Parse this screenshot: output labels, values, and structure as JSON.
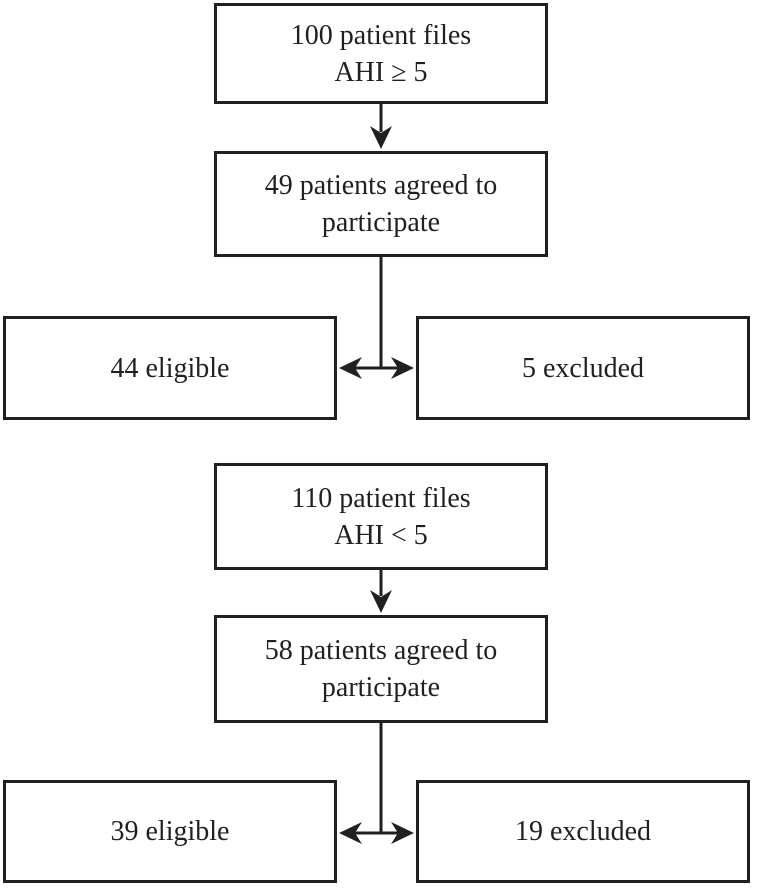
{
  "diagram": {
    "type": "flowchart",
    "colors": {
      "line": "#231f20",
      "text": "#231f20",
      "background": "#ffffff"
    },
    "sections": [
      {
        "name": "ahi-greater-equal-5",
        "source": "100 patient files\nAHI ≥ 5",
        "agreed": "49 patients agreed to\nparticipate",
        "eligible": "44 eligible",
        "excluded": "5 excluded"
      },
      {
        "name": "ahi-less-than-5",
        "source": "110 patient files\nAHI < 5",
        "agreed": "58 patients agreed to\nparticipate",
        "eligible": "39 eligible",
        "excluded": "19 excluded"
      }
    ]
  }
}
